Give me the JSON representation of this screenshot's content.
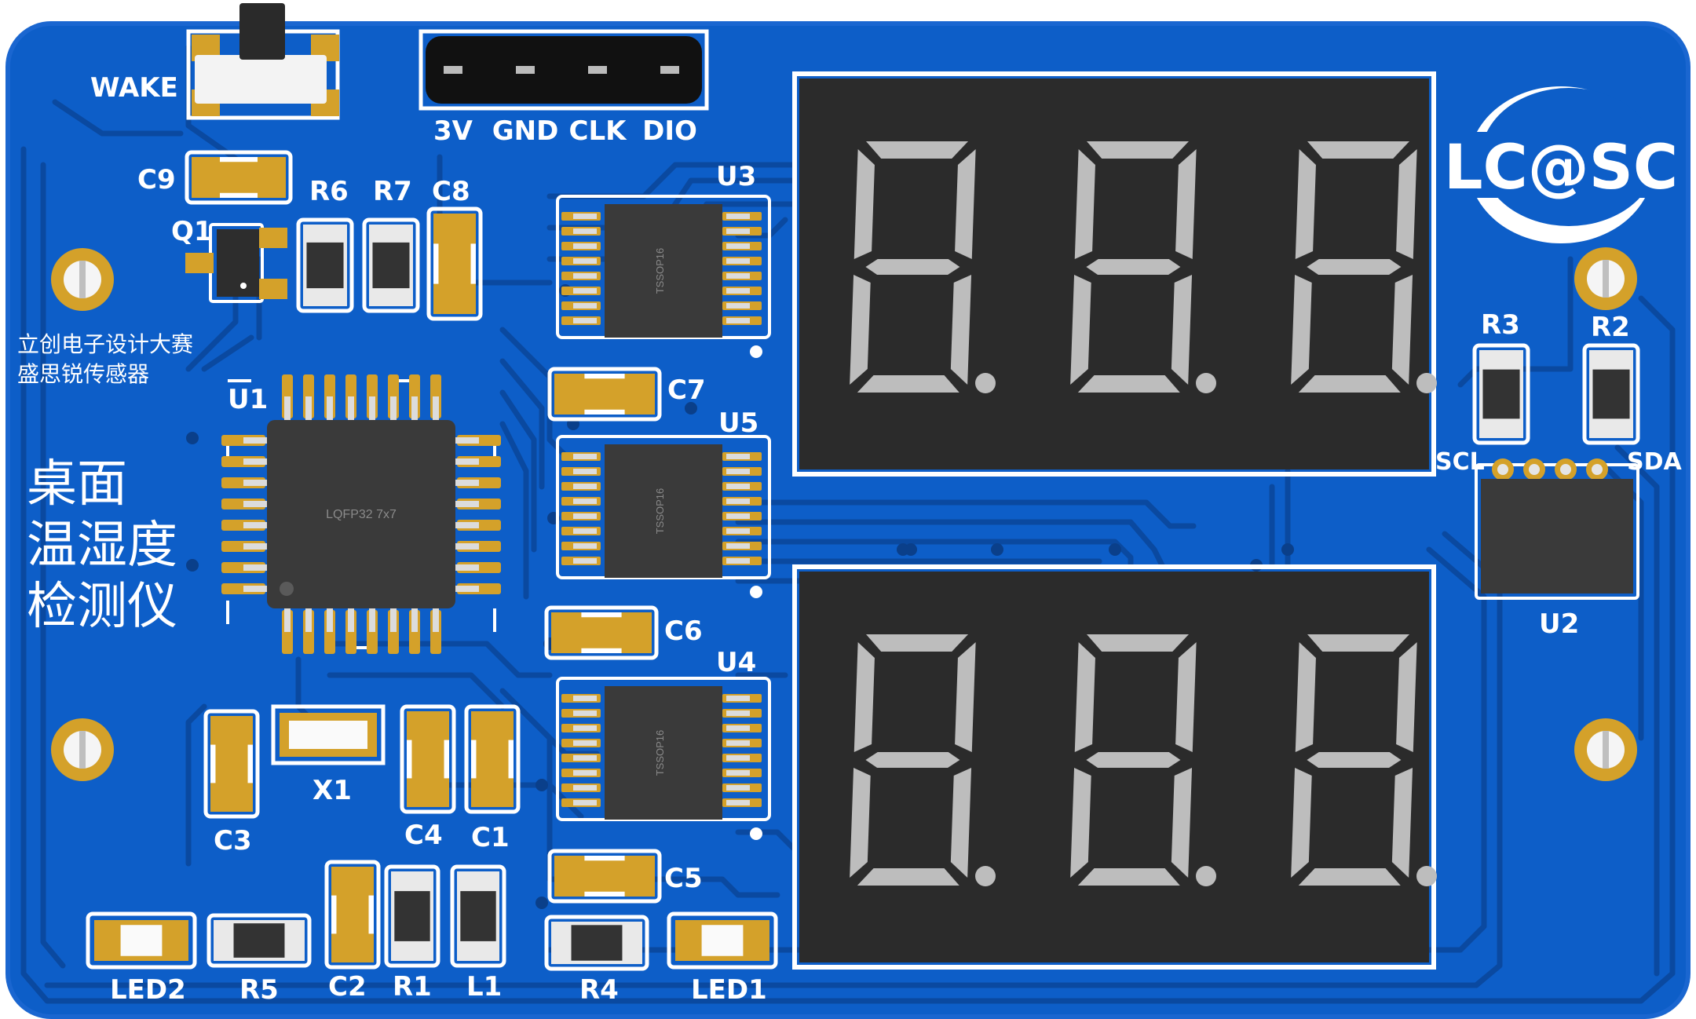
{
  "board": {
    "title_lines": [
      "桌面",
      "温湿度",
      "检测仪"
    ],
    "contest_lines": [
      "立创电子设计大赛",
      "盛思锐传感器"
    ],
    "logo_text": "LC@SC",
    "colors": {
      "board": "#0d5ec8",
      "board_edge": "#0a4fa8",
      "trace": "#0a49a0",
      "pad_gold": "#d4a12a",
      "display_body": "#2b2b2b",
      "segment": "#bdbdbd",
      "chip": "#3a3a3a"
    }
  },
  "header": {
    "pins": [
      "3V",
      "GND",
      "CLK",
      "DIO"
    ]
  },
  "switch": {
    "label": "WAKE"
  },
  "components": {
    "C9": "C9",
    "Q1": "Q1",
    "R6": "R6",
    "R7": "R7",
    "C8": "C8",
    "U3": "U3",
    "C7": "C7",
    "U5": "U5",
    "C6": "C6",
    "U4": "U4",
    "C5": "C5",
    "U1": "U1",
    "X1": "X1",
    "C3": "C3",
    "C4": "C4",
    "C1": "C1",
    "C2": "C2",
    "R1": "R1",
    "L1": "L1",
    "R4": "R4",
    "R5": "R5",
    "LED1": "LED1",
    "LED2": "LED2",
    "R3": "R3",
    "R2": "R2",
    "U2": "U2",
    "SCL": "SCL",
    "SDA": "SDA"
  },
  "chip_marks": {
    "u1_package": "LQFP32  7x7",
    "tssop": "TSSOP16"
  },
  "displays": {
    "upper_digits": 3,
    "lower_digits": 3
  }
}
